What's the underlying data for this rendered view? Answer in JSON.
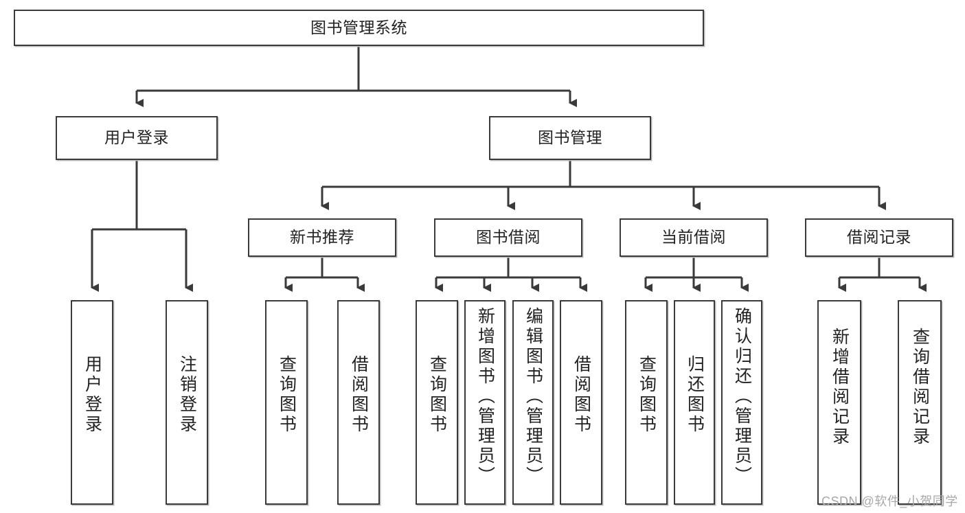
{
  "diagram": {
    "type": "tree-hierarchy-chart",
    "title": "图书管理系统",
    "theme": {
      "background": "#ffffff",
      "box_border": "#3a3a3a",
      "box_fill": "#ffffff",
      "edge_color": "#3a3a3a",
      "text_color": "#222222",
      "watermark_color": "#a8a8a8"
    },
    "levels": {
      "root": {
        "label": "图书管理系统"
      },
      "level2": [
        {
          "id": "user-login",
          "label": "用户登录"
        },
        {
          "id": "book-management",
          "label": "图书管理"
        }
      ],
      "level3": [
        {
          "id": "new-book-recommend",
          "label": "新书推荐",
          "parent": "book-management"
        },
        {
          "id": "book-borrow",
          "label": "图书借阅",
          "parent": "book-management"
        },
        {
          "id": "current-borrow",
          "label": "当前借阅",
          "parent": "book-management"
        },
        {
          "id": "borrow-record",
          "label": "借阅记录",
          "parent": "book-management"
        }
      ],
      "level4": [
        {
          "id": "leaf-user-login",
          "label": "用户登录",
          "parent": "user-login"
        },
        {
          "id": "leaf-logout-login",
          "label": "注销登录",
          "parent": "user-login"
        },
        {
          "id": "leaf-query-book-1",
          "label": "查询图书",
          "parent": "new-book-recommend"
        },
        {
          "id": "leaf-borrow-book-1",
          "label": "借阅图书",
          "parent": "new-book-recommend"
        },
        {
          "id": "leaf-query-book-2",
          "label": "查询图书",
          "parent": "book-borrow"
        },
        {
          "id": "leaf-add-book",
          "label": "新增图书（管理员）",
          "parent": "book-borrow"
        },
        {
          "id": "leaf-edit-book",
          "label": "编辑图书（管理员）",
          "parent": "book-borrow"
        },
        {
          "id": "leaf-borrow-book-2",
          "label": "借阅图书",
          "parent": "book-borrow"
        },
        {
          "id": "leaf-query-book-3",
          "label": "查询图书",
          "parent": "current-borrow"
        },
        {
          "id": "leaf-return-book",
          "label": "归还图书",
          "parent": "current-borrow"
        },
        {
          "id": "leaf-confirm-return",
          "label": "确认归还（管理员）",
          "parent": "current-borrow"
        },
        {
          "id": "leaf-add-record",
          "label": "新增借阅记录",
          "parent": "borrow-record"
        },
        {
          "id": "leaf-query-record",
          "label": "查询借阅记录",
          "parent": "borrow-record"
        }
      ]
    }
  },
  "watermark": {
    "text": "CSDN @软件_小贺同学"
  }
}
